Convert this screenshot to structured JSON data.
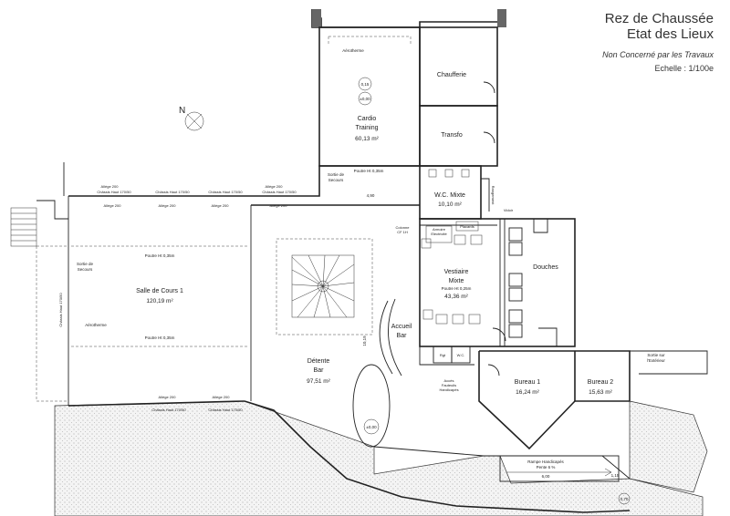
{
  "header": {
    "title_line1": "Rez de Chaussée",
    "title_line2": "Etat des Lieux",
    "note": "Non Concerné par les Travaux",
    "scale": "Echelle : 1/100e"
  },
  "compass": {
    "label": "N"
  },
  "rooms": {
    "cardio": {
      "name1": "Cardio",
      "name2": "Training",
      "area": "60,13 m²"
    },
    "chaufferie": {
      "name": "Chaufferie"
    },
    "transfo": {
      "name": "Transfo"
    },
    "wc_mixte": {
      "name": "W.C. Mixte",
      "area": "10,10 m²"
    },
    "salle_cours": {
      "name": "Salle de Cours 1",
      "area": "120,19 m²"
    },
    "detente": {
      "name1": "Détente",
      "name2": "Bar",
      "area": "97,51 m²"
    },
    "vestiaire": {
      "name1": "Vestiaire",
      "name2": "Mixte",
      "area": "43,36 m²"
    },
    "douches": {
      "name": "Douches"
    },
    "accueil": {
      "name1": "Accueil",
      "name2": "Bar"
    },
    "bureau1": {
      "name": "Bureau 1",
      "area": "16,24 m²"
    },
    "bureau2": {
      "name": "Bureau 2",
      "area": "15,63 m²"
    }
  },
  "annotations": {
    "aerotherme_top": "Aérotherme",
    "aerotherme_left": "Aérotherme",
    "sortie_secours_1_a": "Sortie de",
    "sortie_secours_1_b": "Secours",
    "sortie_secours_2_a": "Sortie de",
    "sortie_secours_2_b": "Secours",
    "sortie_exterieur_a": "Sortie sur",
    "sortie_exterieur_b": "l'Extérieur",
    "poutre_cardio": "Poutre Ht 0,35m",
    "poutre_salle_top": "Poutre Ht 0,35m",
    "poutre_salle_bottom": "Poutre Ht 0,35m",
    "poutre_vestiaire": "Poutre Ht 0,25m",
    "dim_490": "4,90",
    "dim_1019": "10,19",
    "dim_600": "6,00",
    "dim_115": "1,15",
    "dim_070": "0,70",
    "dim_015": "0,15",
    "dim_000_top": "±0,00",
    "dim_000_bottom": "±0,00",
    "chassis_1": "Châssis Haut 170/50",
    "chassis_2": "Châssis Haut 170/50",
    "chassis_3": "Châssis Haut 170/50",
    "chassis_4": "Châssis Haut 170/50",
    "chassis_5": "Châssis Haut 170/50",
    "chassis_6": "Châssis Haut 170/50",
    "chassis_vertical": "Châssis Haut 170/50",
    "allege_1": "Allège 200",
    "allege_2": "Allège 200",
    "allege_3": "Allège 200",
    "allege_4": "Allège 200",
    "allege_5": "Allège 200",
    "allege_6": "Allège 200",
    "allege_7": "Allège 200",
    "allege_8": "Allège 200",
    "colonne_a": "Colonne",
    "colonne_b": "CF 1H",
    "armoire_a": "Armoire",
    "armoire_b": "Electricité",
    "placards": "Placards",
    "vidoir": "Vidoir",
    "rangement": "Rangement",
    "rgt": "Rgt",
    "wc_small": "W.C.",
    "acces_a": "Accès",
    "acces_b": "Fauteuils",
    "acces_c": "Handicapés",
    "rampe_a": "Rampe Handicapés",
    "rampe_b": "Pente 6 %"
  }
}
